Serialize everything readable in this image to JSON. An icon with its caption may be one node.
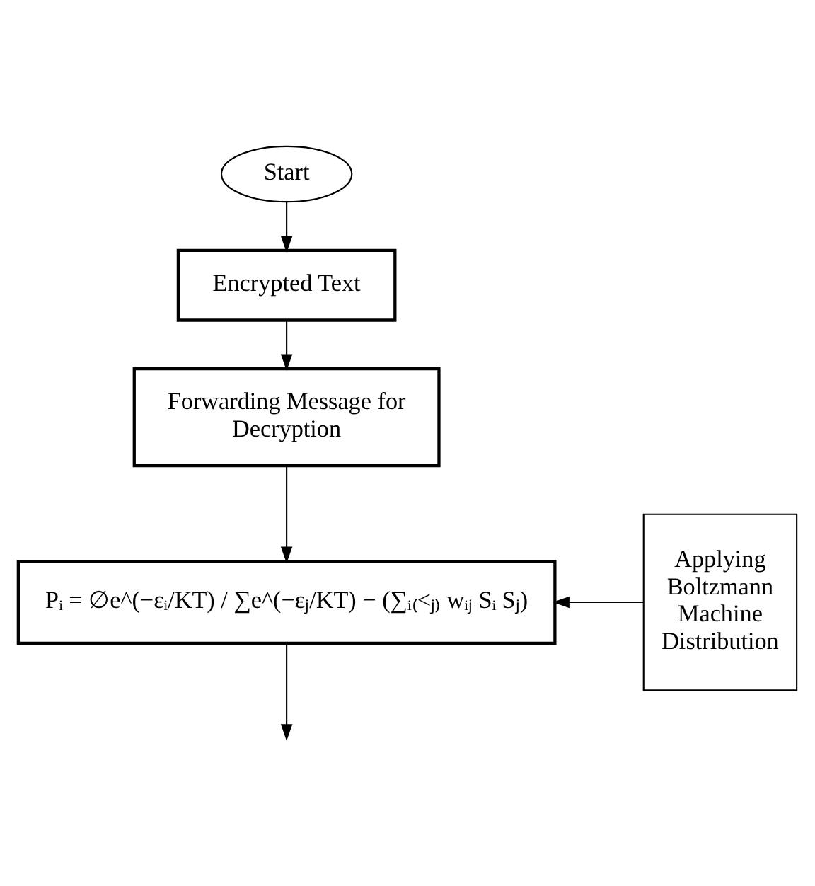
{
  "diagram": {
    "nodes": [
      {
        "text": [
          "Start"
        ]
      },
      {
        "text": [
          "Encrypted Text"
        ]
      },
      {
        "text": [
          "Forwarding Message for Decryption"
        ]
      },
      {
        "text": [
          "Pᵢ = ∅e^(−εᵢ/KT) / ∑e^(−εⱼ/KT) − (∑ᵢ₍<ⱼ₎ wᵢⱼ Sᵢ Sⱼ)"
        ]
      },
      {
        "text": [
          "Applying Boltzmann Machine Distribution"
        ]
      }
    ],
    "edges": [
      {
        "from": 0,
        "to": 1,
        "arrow": "to"
      },
      {
        "from": 1,
        "to": 2,
        "arrow": "to"
      },
      {
        "from": 2,
        "to": 3,
        "arrow": "to"
      },
      {
        "from": 4,
        "to": 3,
        "arrow": "to"
      },
      {
        "from": 3,
        "to": null,
        "arrow": "to"
      }
    ]
  }
}
